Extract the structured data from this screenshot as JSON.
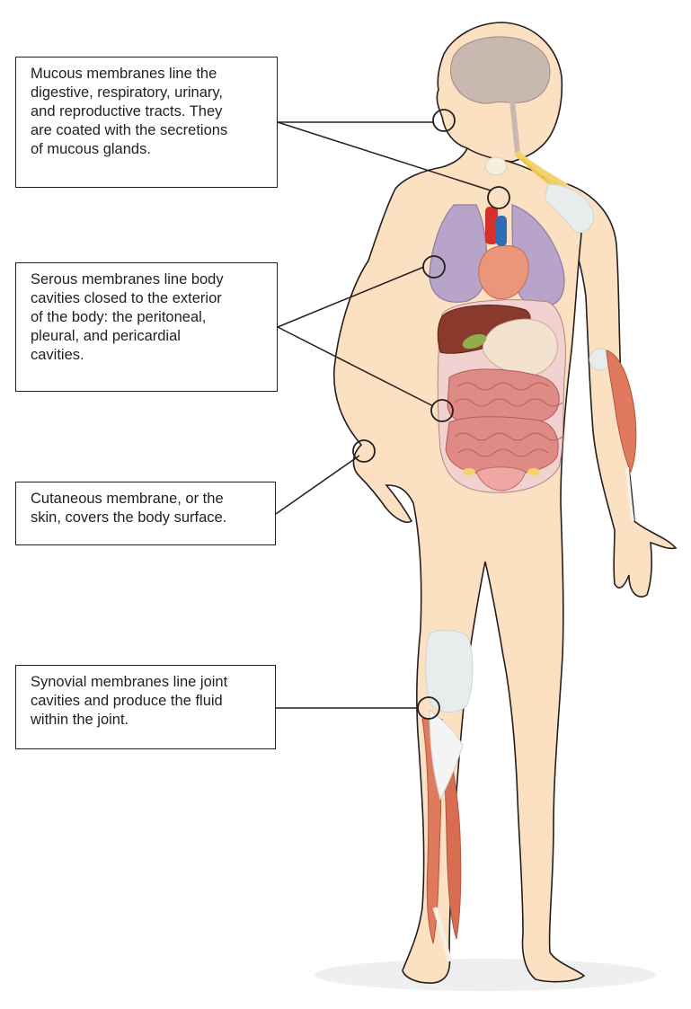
{
  "labels": {
    "mucous": "Mucous membranes line the\ndigestive, respiratory, urinary,\nand reproductive tracts. They\nare coated with the secretions\nof mucous glands.",
    "serous": "Serous membranes line body\ncavities closed to the exterior\nof the body: the peritoneal,\npleural, and pericardial\ncavities.",
    "cutaneous": "Cutaneous membrane, or the\nskin, covers the body surface.",
    "synovial": "Synovial membranes line joint\ncavities and produce the fluid\nwithin the joint."
  },
  "colors": {
    "skin": "#fce0c2",
    "outline": "#231f20",
    "lung": "#b8a4c9",
    "heart": "#e9967a",
    "liver": "#8a3a2c",
    "intestine": "#e08a86",
    "muscle": "#e07a5f",
    "bone": "#e9ecec",
    "brain": "#c9b8b0",
    "nerve": "#f5d36a"
  }
}
